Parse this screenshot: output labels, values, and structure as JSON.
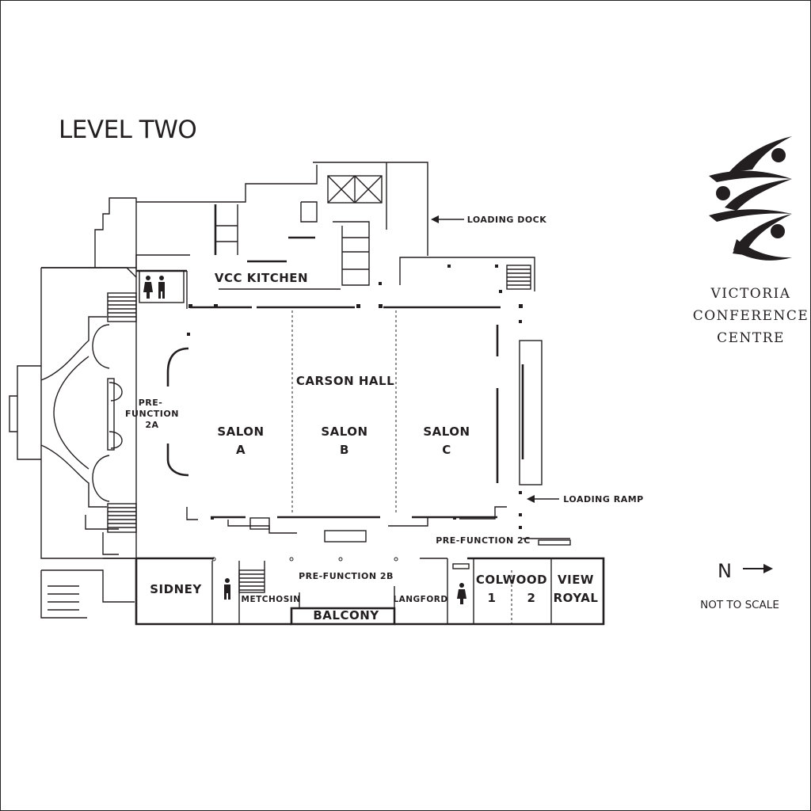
{
  "title": "LEVEL TWO",
  "logo": {
    "line1": "VICTORIA",
    "line2": "CONFERENCE",
    "line3": "CENTRE"
  },
  "compass": {
    "label": "N"
  },
  "scale_note": "NOT TO SCALE",
  "rooms": {
    "vcc_kitchen": "VCC KITCHEN",
    "carson_hall": "CARSON HALL",
    "salon_a_1": "SALON",
    "salon_a_2": "A",
    "salon_b_1": "SALON",
    "salon_b_2": "B",
    "salon_c_1": "SALON",
    "salon_c_2": "C",
    "prefunction_2a_1": "PRE-",
    "prefunction_2a_2": "FUNCTION",
    "prefunction_2a_3": "2A",
    "prefunction_2b": "PRE-FUNCTION 2B",
    "prefunction_2c": "PRE-FUNCTION 2C",
    "sidney": "SIDNEY",
    "metchosin": "METCHOSIN",
    "balcony": "BALCONY",
    "langford": "LANGFORD",
    "colwood": "COLWOOD",
    "colwood_1": "1",
    "colwood_2": "2",
    "view_royal_1": "VIEW",
    "view_royal_2": "ROYAL"
  },
  "callouts": {
    "loading_dock": "LOADING DOCK",
    "loading_ramp": "LOADING RAMP"
  },
  "icons": [
    "restroom-icon",
    "mens-restroom-icon",
    "womens-restroom-icon",
    "arrow-left-icon",
    "arrow-right-icon",
    "vcc-logo-icon"
  ],
  "colors": {
    "ink": "#231f20",
    "background": "#ffffff"
  }
}
